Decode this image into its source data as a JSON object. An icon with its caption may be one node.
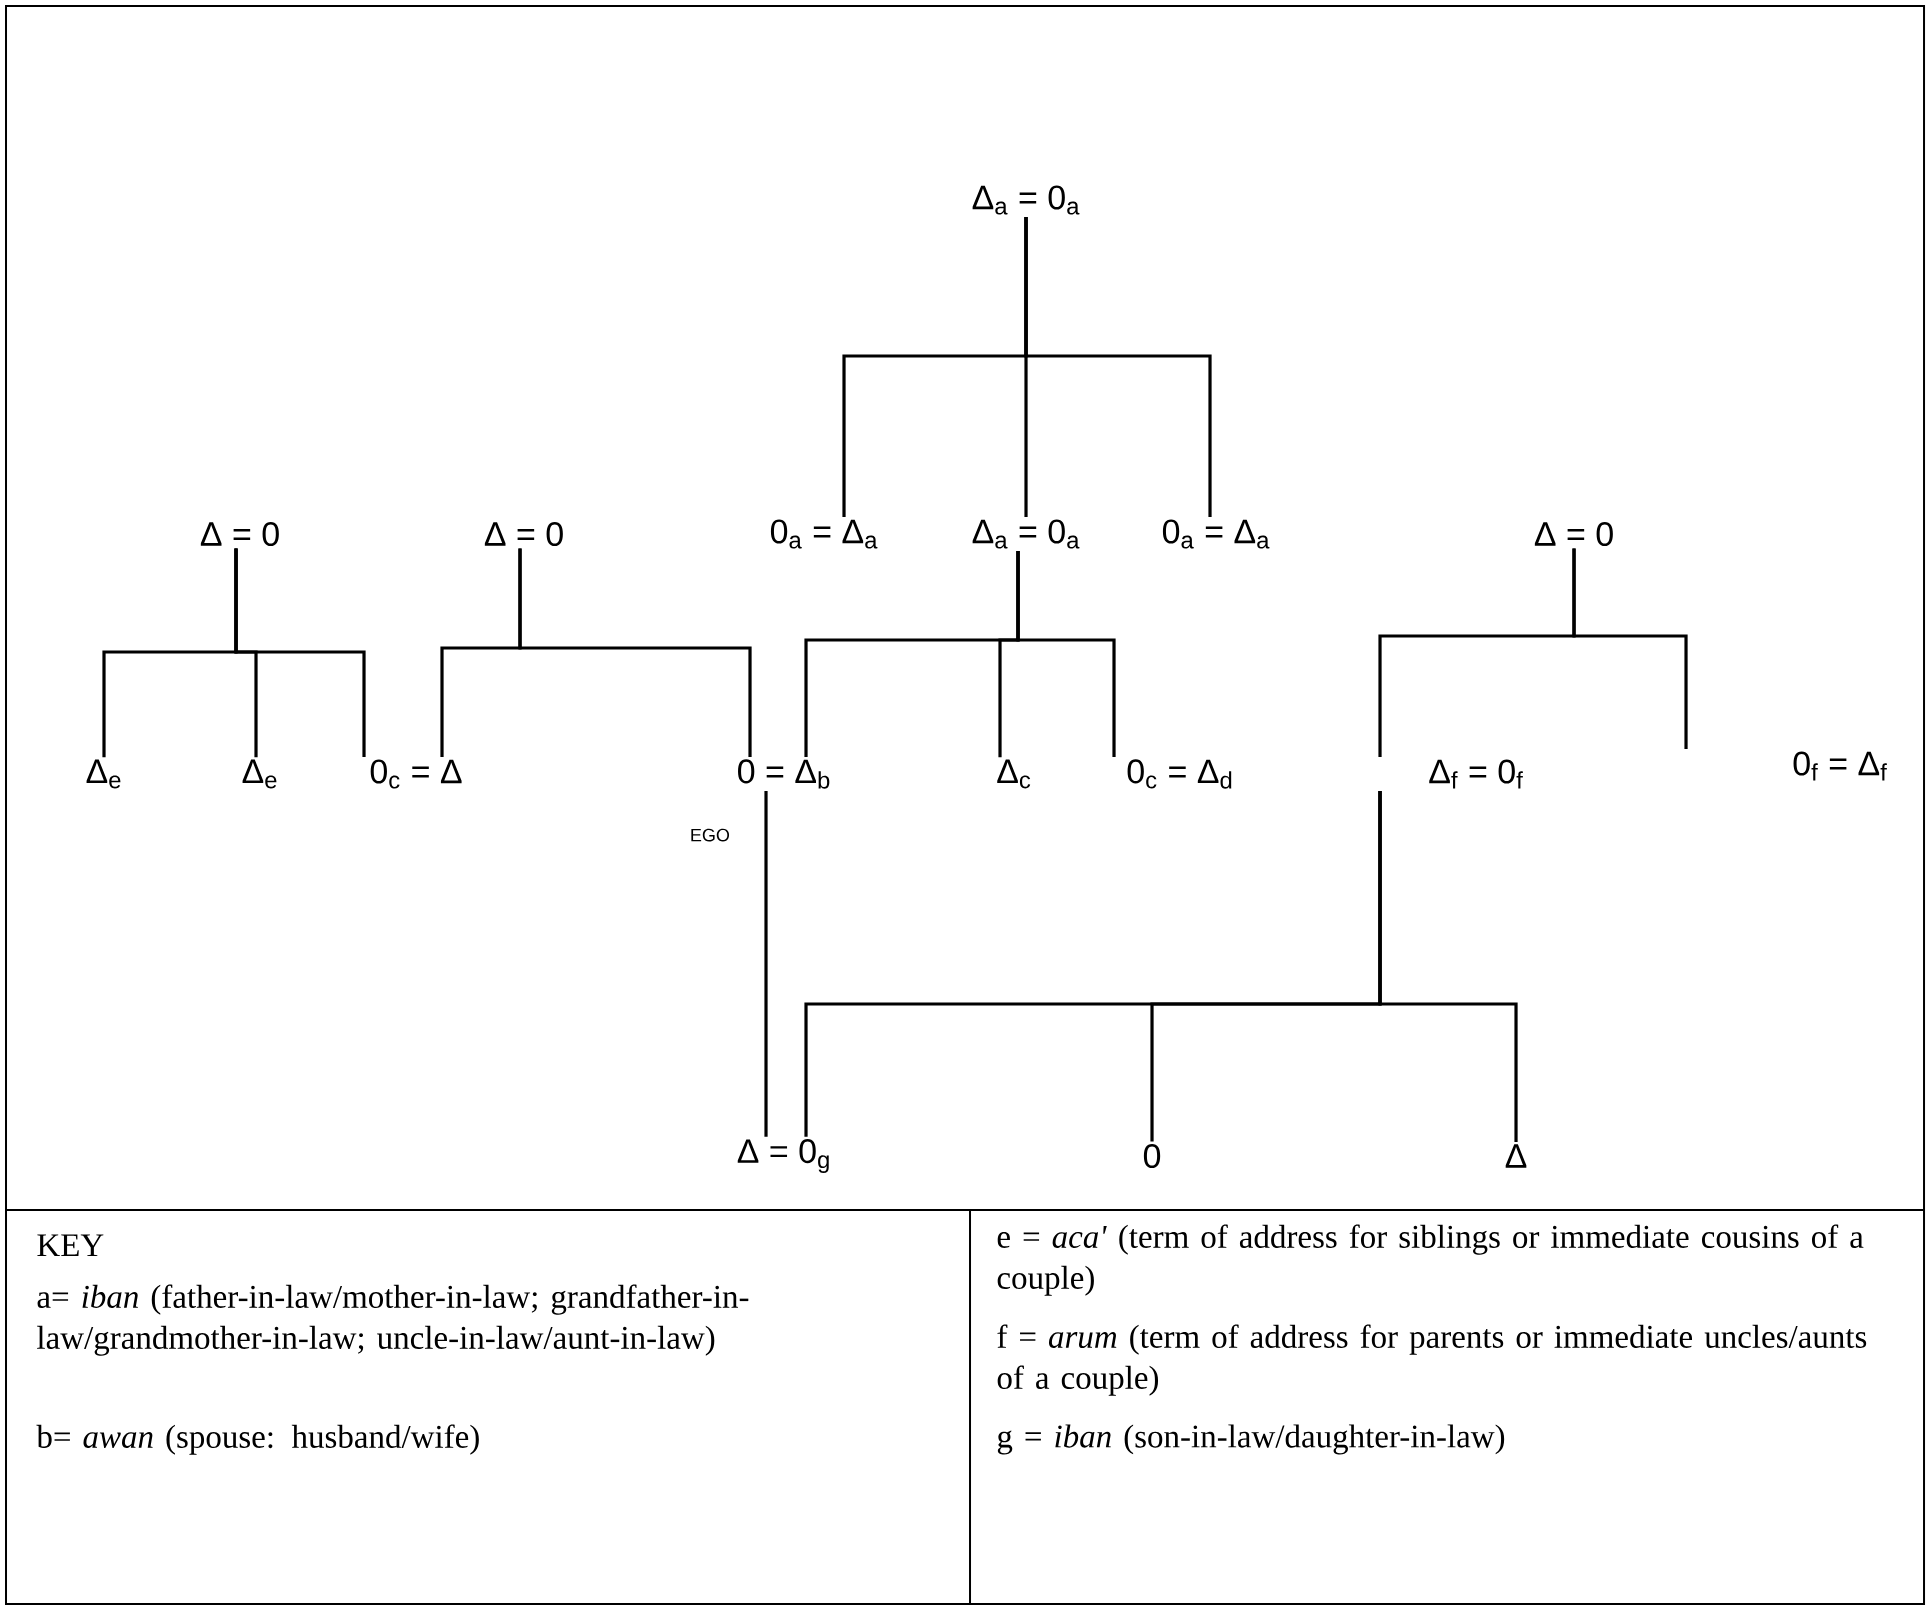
{
  "diagram": {
    "nodes": [
      {
        "text": [
          "Δ$_{a}$ = 0$_{a}$"
        ]
      },
      {
        "text": [
          "Δ = 0"
        ]
      },
      {
        "text": [
          "Δ = 0"
        ]
      },
      {
        "text": [
          "0$_{a}$ = Δ$_{a}$"
        ]
      },
      {
        "text": [
          "Δ$_{a}$ = 0$_{a}$"
        ]
      },
      {
        "text": [
          "0$_{a}$ = Δ$_{a}$"
        ]
      },
      {
        "text": [
          "Δ = 0"
        ]
      },
      {
        "text": [
          "Δ$_{e}$"
        ]
      },
      {
        "text": [
          "Δ$_{e}$"
        ]
      },
      {
        "text": [
          "0$_{c}$ = Δ"
        ]
      },
      {
        "text": [
          "0 = Δ$_{b}$"
        ],
        "beside": [
          "EGO"
        ]
      },
      {
        "text": [
          "Δ$_{c}$"
        ]
      },
      {
        "text": [
          "0$_{c}$ = Δ$_{d}$"
        ]
      },
      {
        "text": [
          "Δ$_{f}$ = 0$_{f}$"
        ]
      },
      {
        "text": [
          "0$_{f}$ = Δ$_{f}$"
        ]
      },
      {
        "text": [
          "Δ = 0$_{g}$"
        ]
      },
      {
        "text": [
          "0"
        ]
      },
      {
        "text": [
          "Δ"
        ]
      }
    ],
    "edges": [
      {
        "from": 0,
        "to": 3,
        "arrow": "none"
      },
      {
        "from": 0,
        "to": 4,
        "arrow": "none"
      },
      {
        "from": 0,
        "to": 5,
        "arrow": "none"
      },
      {
        "from": 1,
        "to": 7,
        "arrow": "none"
      },
      {
        "from": 1,
        "to": 8,
        "arrow": "none"
      },
      {
        "from": 1,
        "to": 9,
        "arrow": "none"
      },
      {
        "from": 2,
        "to": 9,
        "arrow": "none"
      },
      {
        "from": 2,
        "to": 10,
        "arrow": "none"
      },
      {
        "from": 4,
        "to": 10,
        "arrow": "none"
      },
      {
        "from": 4,
        "to": 11,
        "arrow": "none"
      },
      {
        "from": 4,
        "to": 12,
        "arrow": "none"
      },
      {
        "from": 6,
        "to": 13,
        "arrow": "none"
      },
      {
        "from": 6,
        "to": 14,
        "arrow": "none"
      },
      {
        "from": 10,
        "to": 15,
        "arrow": "none"
      },
      {
        "from": 13,
        "to": 15,
        "arrow": "none"
      },
      {
        "from": 13,
        "to": 16,
        "arrow": "none"
      },
      {
        "from": 13,
        "to": 17,
        "arrow": "none"
      }
    ],
    "labels": [
      "KEY",
      "a= *iban* (father-in-law/mother-in-law; grandfather-in-law/grandmother-in-law; uncle-in-law/aunt-in-law)",
      "b= *awan* (spouse: husband/wife)",
      "e = *aca'* (term of address for siblings or immediate cousins of a couple)",
      "f = *arum* (term of address for parents or immediate uncles/aunts of a couple)",
      "g = *iban* (son-in-law/daughter-in-law)"
    ]
  }
}
